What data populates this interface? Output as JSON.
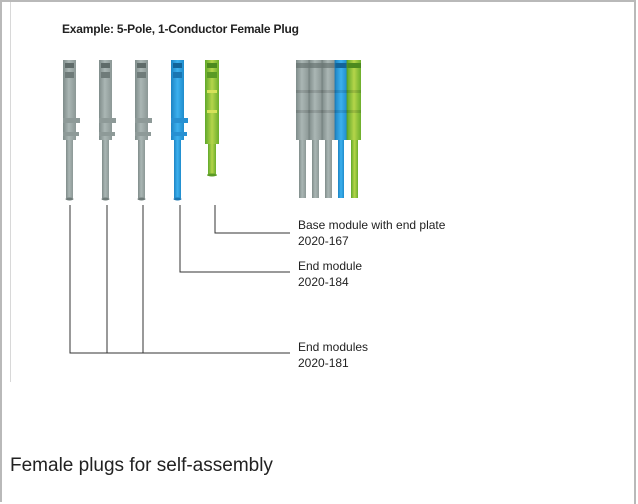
{
  "example_title": "Example: 5-Pole, 1-Conductor Female Plug",
  "callouts": [
    {
      "name": "Base module with end plate",
      "part_number": "2020-167"
    },
    {
      "name": "End module",
      "part_number": "2020-184"
    },
    {
      "name": "End modules",
      "part_number": "2020-181"
    }
  ],
  "caption": "Female plugs for self-assembly",
  "colors": {
    "grey_module": "#9aa6a4",
    "blue_module": "#2aa0e0",
    "green_yellow_module": "#8cc43a",
    "leader_line": "#333333"
  }
}
